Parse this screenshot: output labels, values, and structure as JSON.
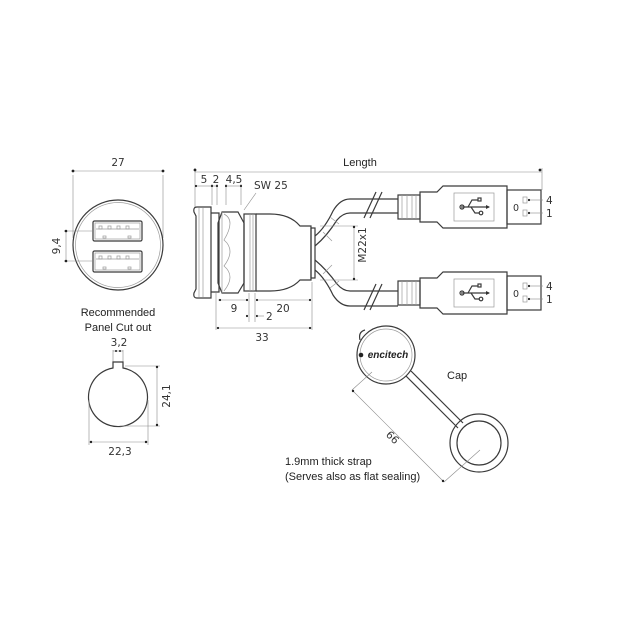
{
  "front_view": {
    "width_dim": "27",
    "port_pitch_dim": "9,4"
  },
  "side_view": {
    "length_label": "Length",
    "dim_5": "5",
    "dim_2_top": "2",
    "dim_4_5": "4,5",
    "wrench_size": "SW 25",
    "thread": "M22x1",
    "dim_9": "9",
    "dim_20": "20",
    "dim_2_bottom": "2",
    "dim_33": "33"
  },
  "usb_plugs": [
    {
      "pin_top": "4",
      "pin_bottom": "1",
      "mid": "0"
    },
    {
      "pin_top": "4",
      "pin_bottom": "1",
      "mid": "0"
    }
  ],
  "cutout": {
    "title_line1": "Recommended",
    "title_line2": "Panel Cut out",
    "key_width": "3,2",
    "height": "24,1",
    "diameter": "22,3"
  },
  "cap": {
    "label": "Cap",
    "logo": "encitech",
    "strap_length": "66",
    "note_line1": "1.9mm thick strap",
    "note_line2": "(Serves also as flat sealing)"
  }
}
